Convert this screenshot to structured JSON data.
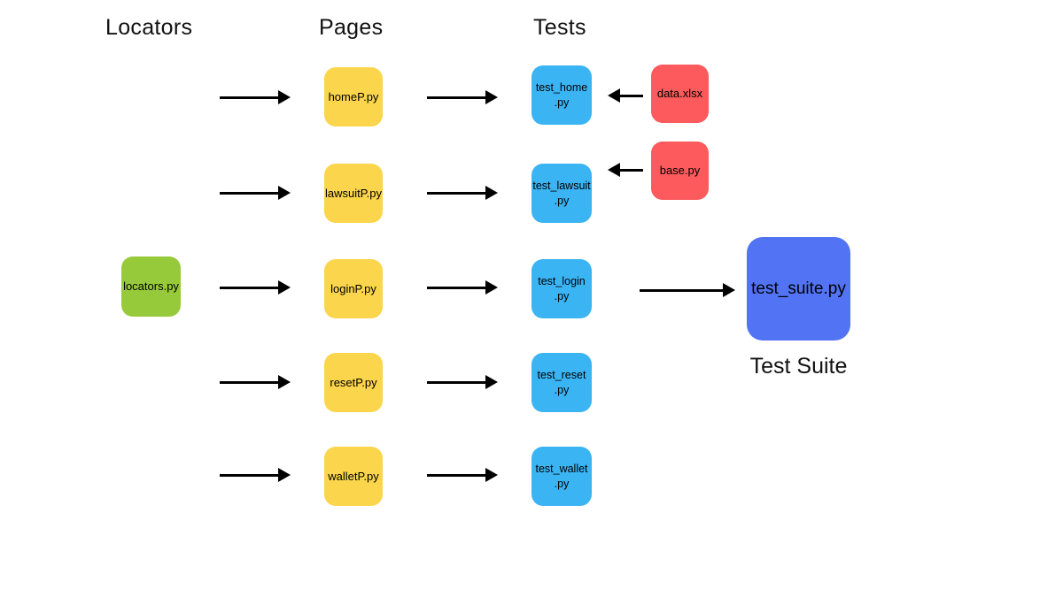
{
  "headers": {
    "locators": "Locators",
    "pages": "Pages",
    "tests": "Tests"
  },
  "locators": {
    "items": [
      {
        "label": "locators.py"
      }
    ]
  },
  "pages": {
    "items": [
      {
        "label": "homeP.py"
      },
      {
        "label": "lawsuitP.py"
      },
      {
        "label": "loginP.py"
      },
      {
        "label": "resetP.py"
      },
      {
        "label": "walletP.py"
      }
    ]
  },
  "tests": {
    "items": [
      {
        "line1": "test_home",
        "line2": ".py"
      },
      {
        "line1": "test_lawsuit",
        "line2": ".py"
      },
      {
        "line1": "test_login",
        "line2": ".py"
      },
      {
        "line1": "test_reset",
        "line2": ".py"
      },
      {
        "line1": "test_wallet",
        "line2": ".py"
      }
    ]
  },
  "data_files": {
    "items": [
      {
        "label": "data.xlsx"
      },
      {
        "label": "base.py"
      }
    ]
  },
  "suite": {
    "label": "test_suite.py",
    "caption": "Test Suite"
  },
  "colors": {
    "locator-green": "#97CA3B",
    "page-yellow": "#FBD54C",
    "test-blue": "#3BB4F4",
    "data-red": "#FC5A5C",
    "suite-blue": "#5273F3",
    "arrow-black": "#000000",
    "text-black": "#111111",
    "background": "#FFFFFF"
  }
}
